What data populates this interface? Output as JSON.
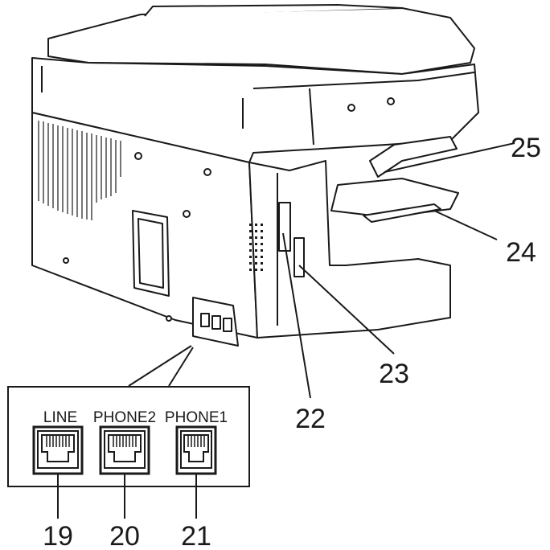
{
  "callouts": {
    "n19": "19",
    "n20": "20",
    "n21": "21",
    "n22": "22",
    "n23": "23",
    "n24": "24",
    "n25": "25"
  },
  "ports": {
    "line": "LINE",
    "phone2": "PHONE2",
    "phone1": "PHONE1"
  }
}
